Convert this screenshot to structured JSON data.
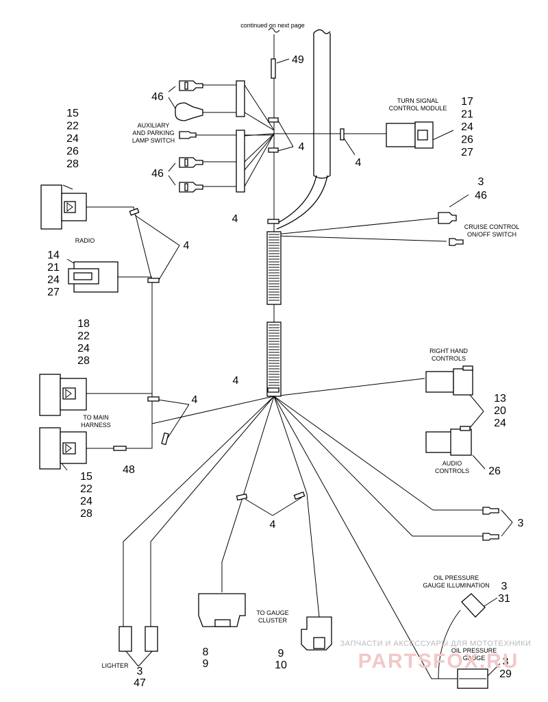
{
  "header_note": "continued on next page",
  "labels": {
    "aux_switch": [
      "AUXILIARY",
      "AND PARKING",
      "LAMP SWITCH"
    ],
    "turn_signal": [
      "TURN SIGNAL",
      "CONTROL MODULE"
    ],
    "cruise": [
      "CRUISE CONTROL",
      "ON/OFF SWITCH"
    ],
    "radio": "RADIO",
    "main_harness": [
      "TO MAIN",
      "HARNESS"
    ],
    "right_hand": [
      "RIGHT HAND",
      "CONTROLS"
    ],
    "audio": [
      "AUDIO",
      "CONTROLS"
    ],
    "gauge_cluster": [
      "TO GAUGE",
      "CLUSTER"
    ],
    "lighter": "LIGHTER",
    "oil_illum": [
      "OIL PRESSURE",
      "GAUGE ILLUMINATION"
    ],
    "oil_gauge": [
      "OIL PRESSURE",
      "GAUGE"
    ]
  },
  "callouts": {
    "c49": [
      "49"
    ],
    "c46_top": [
      "46"
    ],
    "c46_mid": [
      "46"
    ],
    "c4_aux": [
      "4"
    ],
    "c4_ts": [
      "4"
    ],
    "c4_cruise": [
      "4"
    ],
    "c4_radio": [
      "4"
    ],
    "c4_main": [
      "4"
    ],
    "c4_lower": [
      "4"
    ],
    "c4_gauge": [
      "4"
    ],
    "turn_signal": [
      "17",
      "21",
      "24",
      "26",
      "27"
    ],
    "cruise": [
      "3",
      "46"
    ],
    "radio_top": [
      "15",
      "22",
      "24",
      "26",
      "28"
    ],
    "radio_low": [
      "14",
      "21",
      "24",
      "27"
    ],
    "main_top": [
      "18",
      "22",
      "24",
      "28"
    ],
    "main_low": [
      "15",
      "22",
      "24",
      "28"
    ],
    "c48": [
      "48"
    ],
    "controls": [
      "13",
      "20",
      "24"
    ],
    "c26": [
      "26"
    ],
    "c3_right": [
      "3"
    ],
    "gauge_left": [
      "8",
      "9"
    ],
    "gauge_right": [
      "9",
      "10"
    ],
    "lighter": [
      "3",
      "47"
    ],
    "oil_illum": [
      "3",
      "31"
    ],
    "oil_gauge": [
      "3",
      "29"
    ]
  },
  "watermark": {
    "line1": "ЗАПЧАСТИ И АКСЕССУАРЫ ДЛЯ МОТОТЕХНИКИ",
    "line2": "PARTSFOX.RU"
  }
}
